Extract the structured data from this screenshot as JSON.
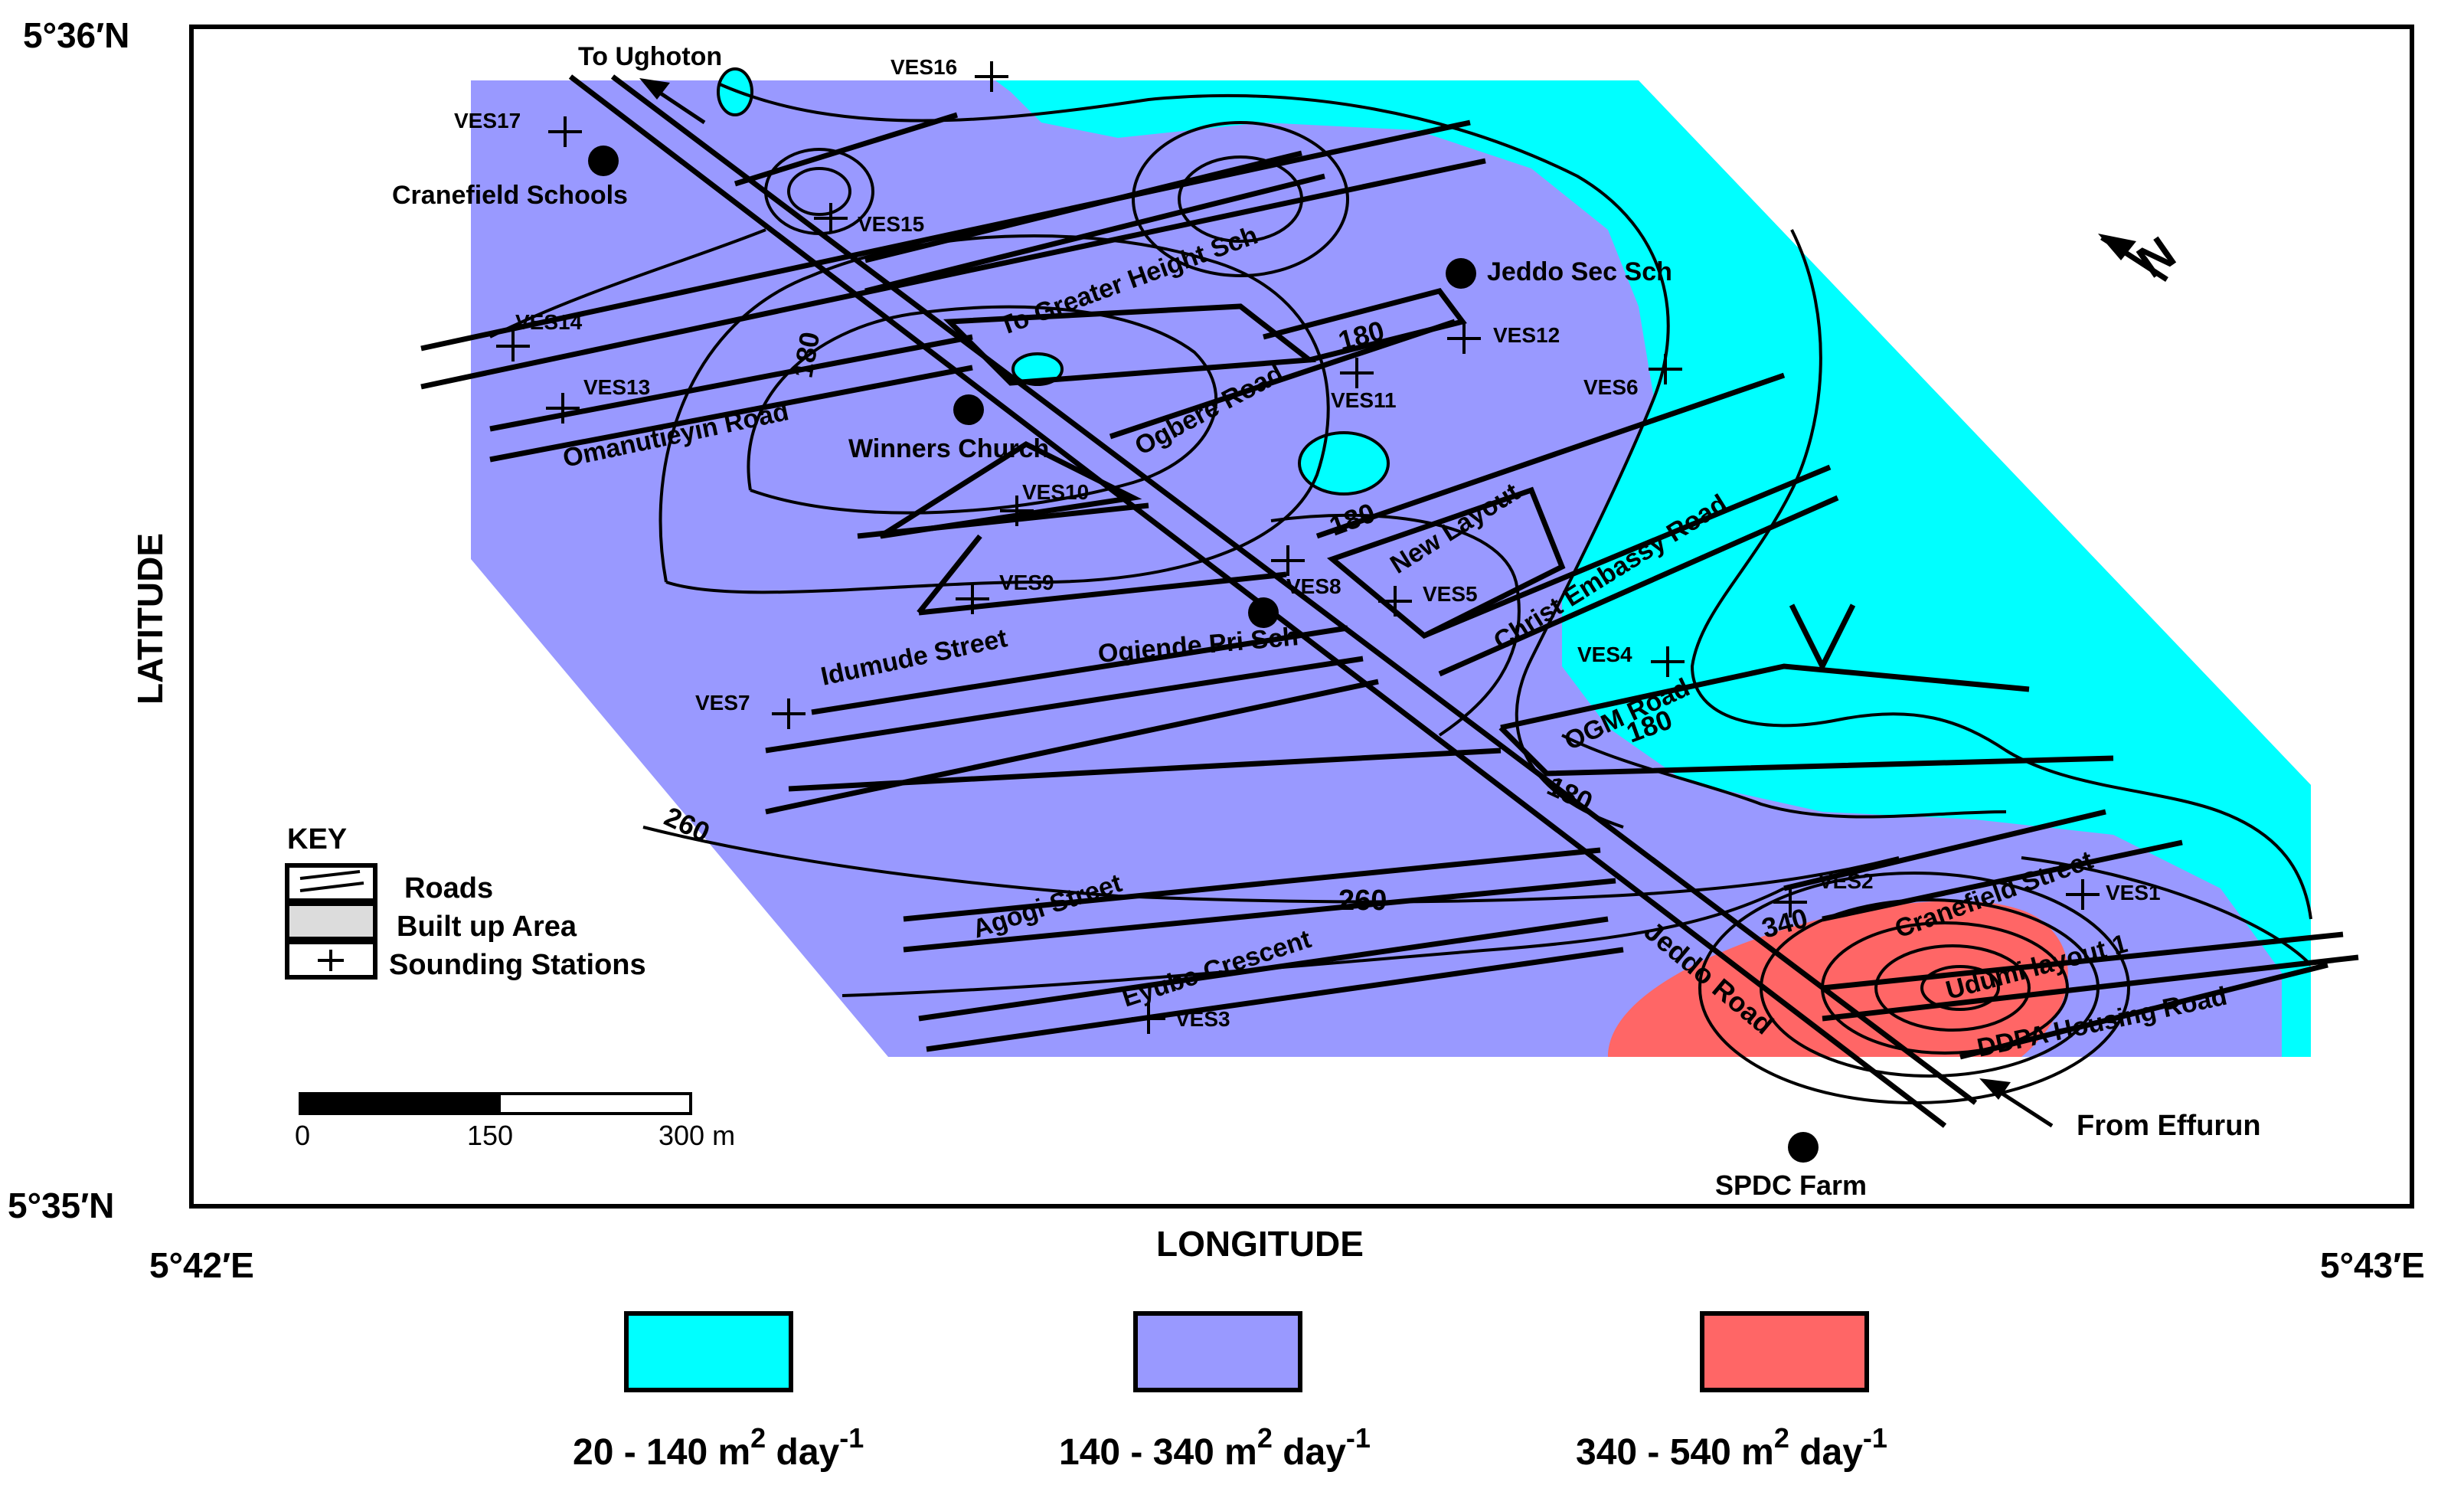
{
  "frame": {
    "lat_top": "5°36′N",
    "lat_bottom": "5°35′N",
    "lon_left": "5°42′E",
    "lon_right": "5°43′E",
    "axis_x_label": "LONGITUDE",
    "axis_y_label": "LATITUDE"
  },
  "places": {
    "to_ughoton": "To Ughoton",
    "cranefield_schools": "Cranefield Schools",
    "jeddo_sec_sch": "Jeddo Sec Sch",
    "winners_church": "Winners Church",
    "ogiende_pri_sch": "Ogiende Pri Sch",
    "spdc_farm": "SPDC Farm",
    "from_effurun": "From Effurun"
  },
  "roads": {
    "to_greater_height": "To Greater Height Sch",
    "omanutieyin": "Omanutieyin Road",
    "ogbere": "Ogbere Road",
    "new_layout": "New Layout",
    "christ_embassy": "Christ Embassy Road",
    "idumude": "Idumude Street",
    "ogm": "OGM Road",
    "agogi": "Agogi Street",
    "eyube": "Eyube Crescent",
    "jeddo": "Jeddo Road",
    "cranefield_street": "Cranefield Street",
    "udumi_layout": "Udumi layout 1",
    "dpa_housing": "DDPA Housing Road"
  },
  "stations": [
    {
      "id": "VES1"
    },
    {
      "id": "VES2"
    },
    {
      "id": "VES3"
    },
    {
      "id": "VES4"
    },
    {
      "id": "VES5"
    },
    {
      "id": "VES6"
    },
    {
      "id": "VES7"
    },
    {
      "id": "VES8"
    },
    {
      "id": "VES9"
    },
    {
      "id": "VES10"
    },
    {
      "id": "VES11"
    },
    {
      "id": "VES12"
    },
    {
      "id": "VES13"
    },
    {
      "id": "VES14"
    },
    {
      "id": "VES15"
    },
    {
      "id": "VES16"
    },
    {
      "id": "VES17"
    }
  ],
  "contour_labels": [
    "180",
    "180",
    "180",
    "180",
    "180",
    "260",
    "260",
    "340"
  ],
  "key": {
    "title": "KEY",
    "roads": "Roads",
    "built_up": "Built up Area",
    "sounding": "Sounding Stations"
  },
  "scale": {
    "t0": "0",
    "t1": "150",
    "t2": "300 m"
  },
  "legend": [
    {
      "range": "20 - 140 m",
      "sup": "2",
      "unit": " day",
      "exp": "-1",
      "color": "#00ffff"
    },
    {
      "range": "140 - 340 m",
      "sup": "2",
      "unit": " day",
      "exp": "-1",
      "color": "#9999ff"
    },
    {
      "range": "340 - 540 m",
      "sup": "2",
      "unit": " day",
      "exp": "-1",
      "color": "#ff6666"
    }
  ],
  "colors": {
    "cyan": "#00ffff",
    "purple": "#9999ff",
    "red": "#ff6666"
  },
  "north_arrow": "N"
}
